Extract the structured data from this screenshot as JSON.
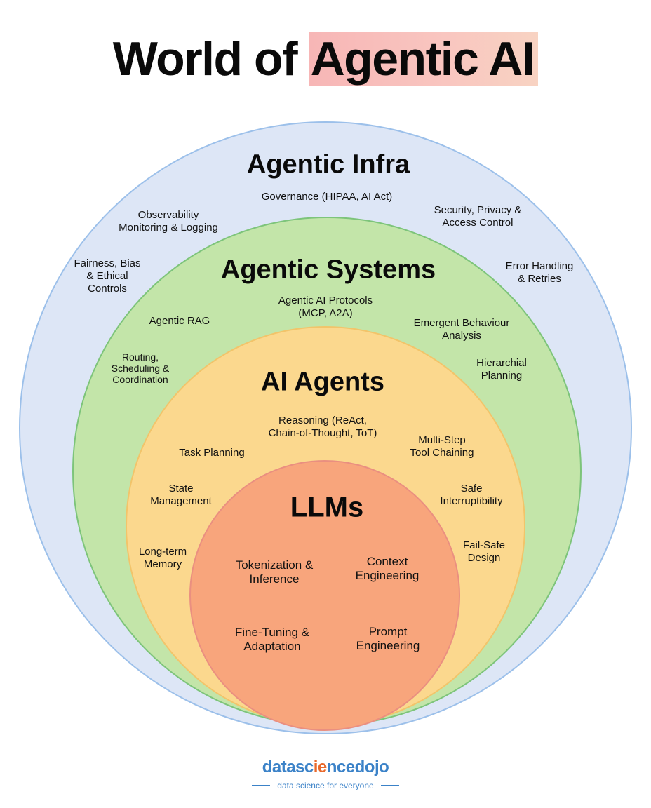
{
  "title": {
    "prefix": "World of ",
    "highlight": "Agentic AI"
  },
  "rings": {
    "infra": {
      "title": "Agentic Infra",
      "fill": "#dde6f6",
      "stroke": "#9cc0ea",
      "items": [
        "Governance (HIPAA, AI Act)",
        "Observability\nMonitoring & Logging",
        "Security, Privacy &\nAccess Control",
        "Fairness, Bias\n& Ethical\nControls",
        "Error Handling\n& Retries"
      ]
    },
    "systems": {
      "title": "Agentic Systems",
      "fill": "#c3e5a9",
      "stroke": "#7dc47a",
      "items": [
        "Agentic AI Protocols\n(MCP, A2A)",
        "Agentic RAG",
        "Emergent Behaviour\nAnalysis",
        "Routing,\nScheduling &\nCoordination",
        "Hierarchial\nPlanning"
      ]
    },
    "agents": {
      "title": "AI Agents",
      "fill": "#fbd88e",
      "stroke": "#f2c46a",
      "items": [
        "Reasoning (ReAct,\nChain-of-Thought, ToT)",
        "Task Planning",
        "Multi-Step\nTool Chaining",
        "State\nManagement",
        "Safe\nInterruptibility",
        "Long-term\nMemory",
        "Fail-Safe\nDesign"
      ]
    },
    "llms": {
      "title": "LLMs",
      "fill": "#f8a57c",
      "stroke": "#ea8f80",
      "items": [
        "Tokenization &\nInference",
        "Context\nEngineering",
        "Fine-Tuning &\nAdaptation",
        "Prompt\nEngineering"
      ]
    }
  },
  "logo": {
    "part1": "datasc",
    "part2": "ie",
    "part3": "ncedojo",
    "tagline": "data science for everyone"
  }
}
